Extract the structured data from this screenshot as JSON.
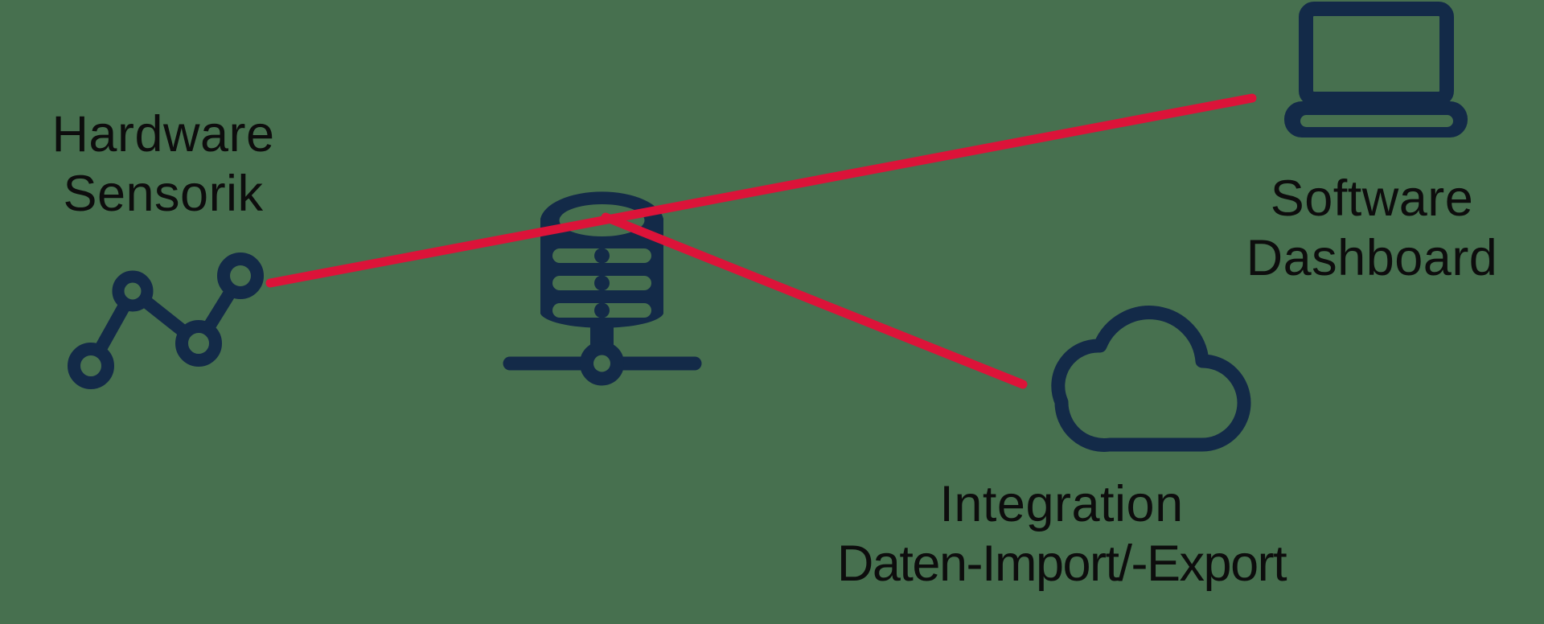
{
  "diagram": {
    "title": "IoT data flow diagram",
    "nodes": [
      {
        "id": "sensor",
        "icon": "sensor-graph-icon",
        "label_line1": "Hardware",
        "label_line2": "Sensorik"
      },
      {
        "id": "database",
        "icon": "database-network-icon",
        "label_line1": "",
        "label_line2": ""
      },
      {
        "id": "laptop",
        "icon": "laptop-icon",
        "label_line1": "Software",
        "label_line2": "Dashboard"
      },
      {
        "id": "cloud",
        "icon": "cloud-icon",
        "label_line1": "Integration",
        "label_line2": "Daten-Import/-Export"
      }
    ],
    "connections": [
      {
        "from": "sensor",
        "to": "laptop",
        "style": "red-line"
      },
      {
        "from": "database",
        "to": "cloud",
        "style": "red-line"
      }
    ],
    "colors": {
      "background": "#47704f",
      "icon_navy": "#132a48",
      "line_red": "#dc1339",
      "text": "#0d0d0d"
    }
  }
}
